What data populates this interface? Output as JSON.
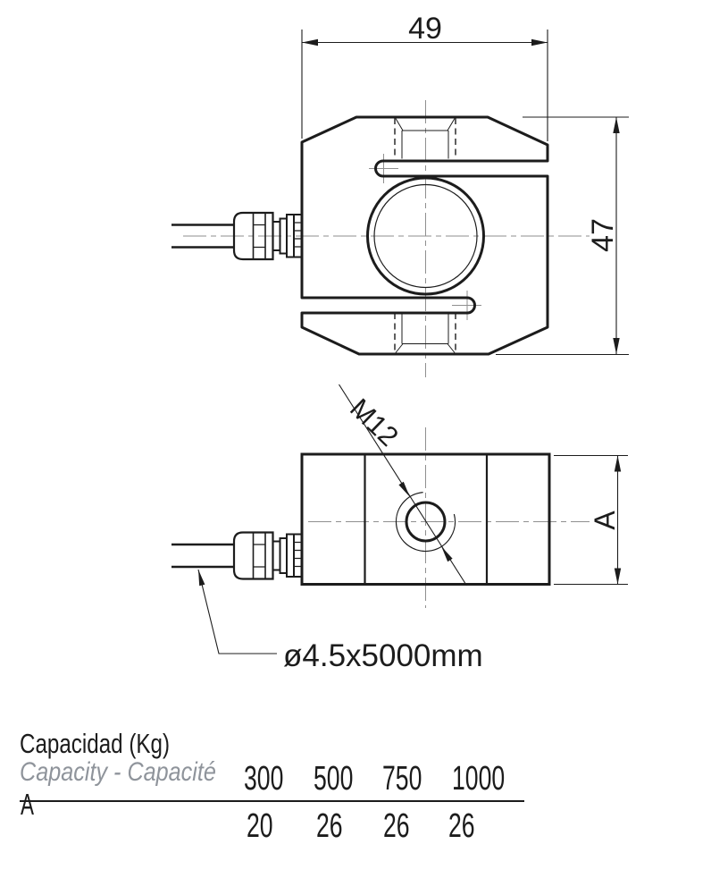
{
  "drawing": {
    "front_view": {
      "width_dim": "49",
      "height_dim": "47"
    },
    "side_view": {
      "thread_label": "M12",
      "height_dim": "A"
    },
    "cable_label": "ø4.5x5000mm"
  },
  "table": {
    "title": "Capacidad (Kg)",
    "subtitle": "Capacity - Capacité",
    "row_label": "A",
    "capacities": [
      "300",
      "500",
      "750",
      "1000"
    ],
    "a_values": [
      "20",
      "26",
      "26",
      "26"
    ]
  },
  "colors": {
    "line": "#1c1c1c",
    "centerline": "#8f8f8f",
    "subtitle_gray": "#8f949b",
    "background": "#ffffff"
  }
}
